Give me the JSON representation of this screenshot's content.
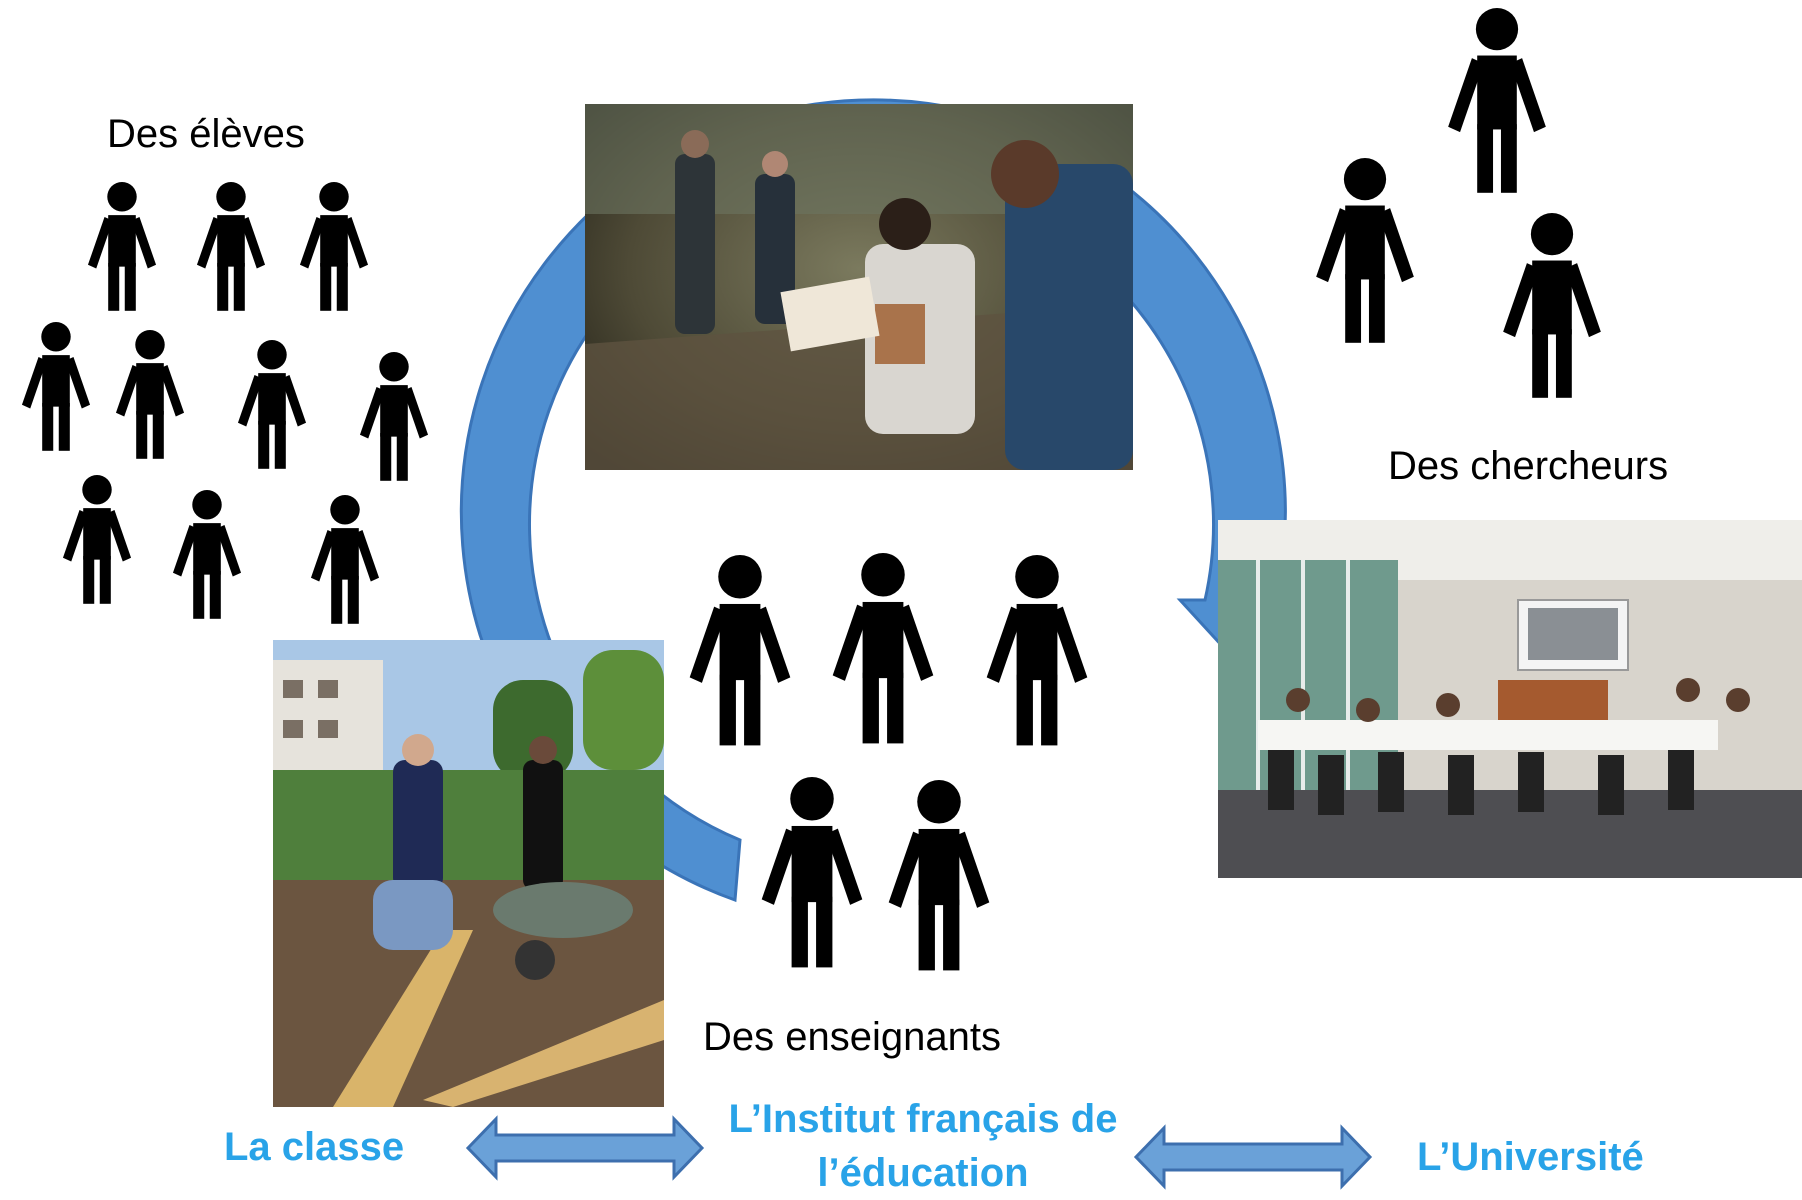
{
  "groups": {
    "eleves": "Des élèves",
    "chercheurs": "Des chercheurs",
    "enseignants": "Des enseignants"
  },
  "places": {
    "classe": "La classe",
    "institut_line1": "L’Institut français de",
    "institut_line2": "l’éducation",
    "universite": "L’Université"
  },
  "colors": {
    "cycle_arrow": "#4f8fd1",
    "cycle_arrow_edge": "#3a74b8",
    "place_text": "#29a3e8",
    "figure": "#000000"
  },
  "icons": [
    "person-icon",
    "cycle-arrow",
    "double-arrow"
  ]
}
